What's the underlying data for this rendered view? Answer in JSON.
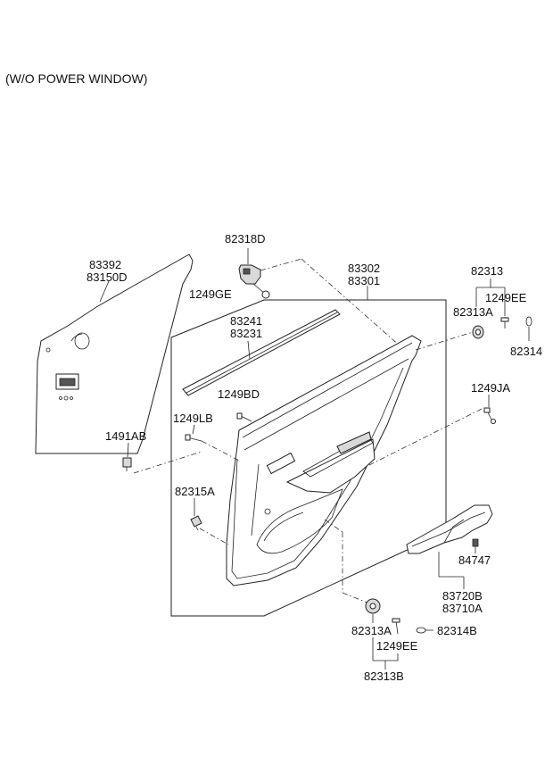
{
  "header": {
    "title": "(W/O POWER WINDOW)"
  },
  "labels": {
    "p83392": "83392",
    "p83150D": "83150D",
    "p82318D": "82318D",
    "p1249GE": "1249GE",
    "p83302": "83302",
    "p83301": "83301",
    "p82313": "82313",
    "p1249EE_top": "1249EE",
    "p82313A_top": "82313A",
    "p82314": "82314",
    "p83241": "83241",
    "p83231": "83231",
    "p1249BD": "1249BD",
    "p1249JA": "1249JA",
    "p1249LB": "1249LB",
    "p1491AB": "1491AB",
    "p82315A": "82315A",
    "p84747": "84747",
    "p83720B": "83720B",
    "p83710A": "83710A",
    "p82313A_bot": "82313A",
    "p82314B": "82314B",
    "p1249EE_bot": "1249EE",
    "p82313B": "82313B"
  }
}
